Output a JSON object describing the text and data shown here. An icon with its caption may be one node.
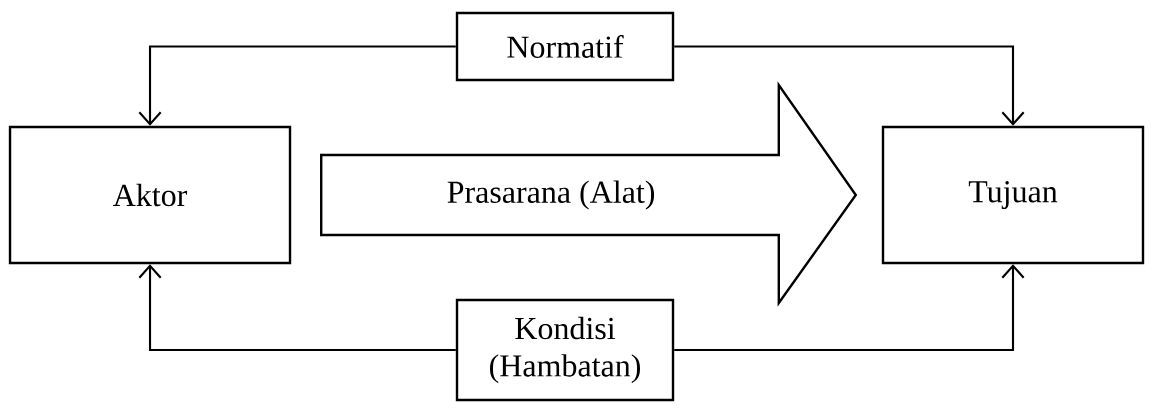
{
  "diagram": {
    "nodes": [
      {
        "text": [
          "Normatif"
        ]
      },
      {
        "text": [
          "Aktor"
        ]
      },
      {
        "text": [
          "Tujuan"
        ]
      },
      {
        "text": [
          "Kondisi (Hambatan)"
        ]
      }
    ],
    "edges": [
      {
        "from": 0,
        "to": 1,
        "arrow": "to"
      },
      {
        "from": 0,
        "to": 2,
        "arrow": "to"
      },
      {
        "from": 3,
        "to": 1,
        "arrow": "to"
      },
      {
        "from": 3,
        "to": 2,
        "arrow": "to"
      },
      {
        "from": 1,
        "to": 2,
        "arrow": "to",
        "label": "Prasarana (Alat)",
        "style": "thick"
      }
    ]
  }
}
